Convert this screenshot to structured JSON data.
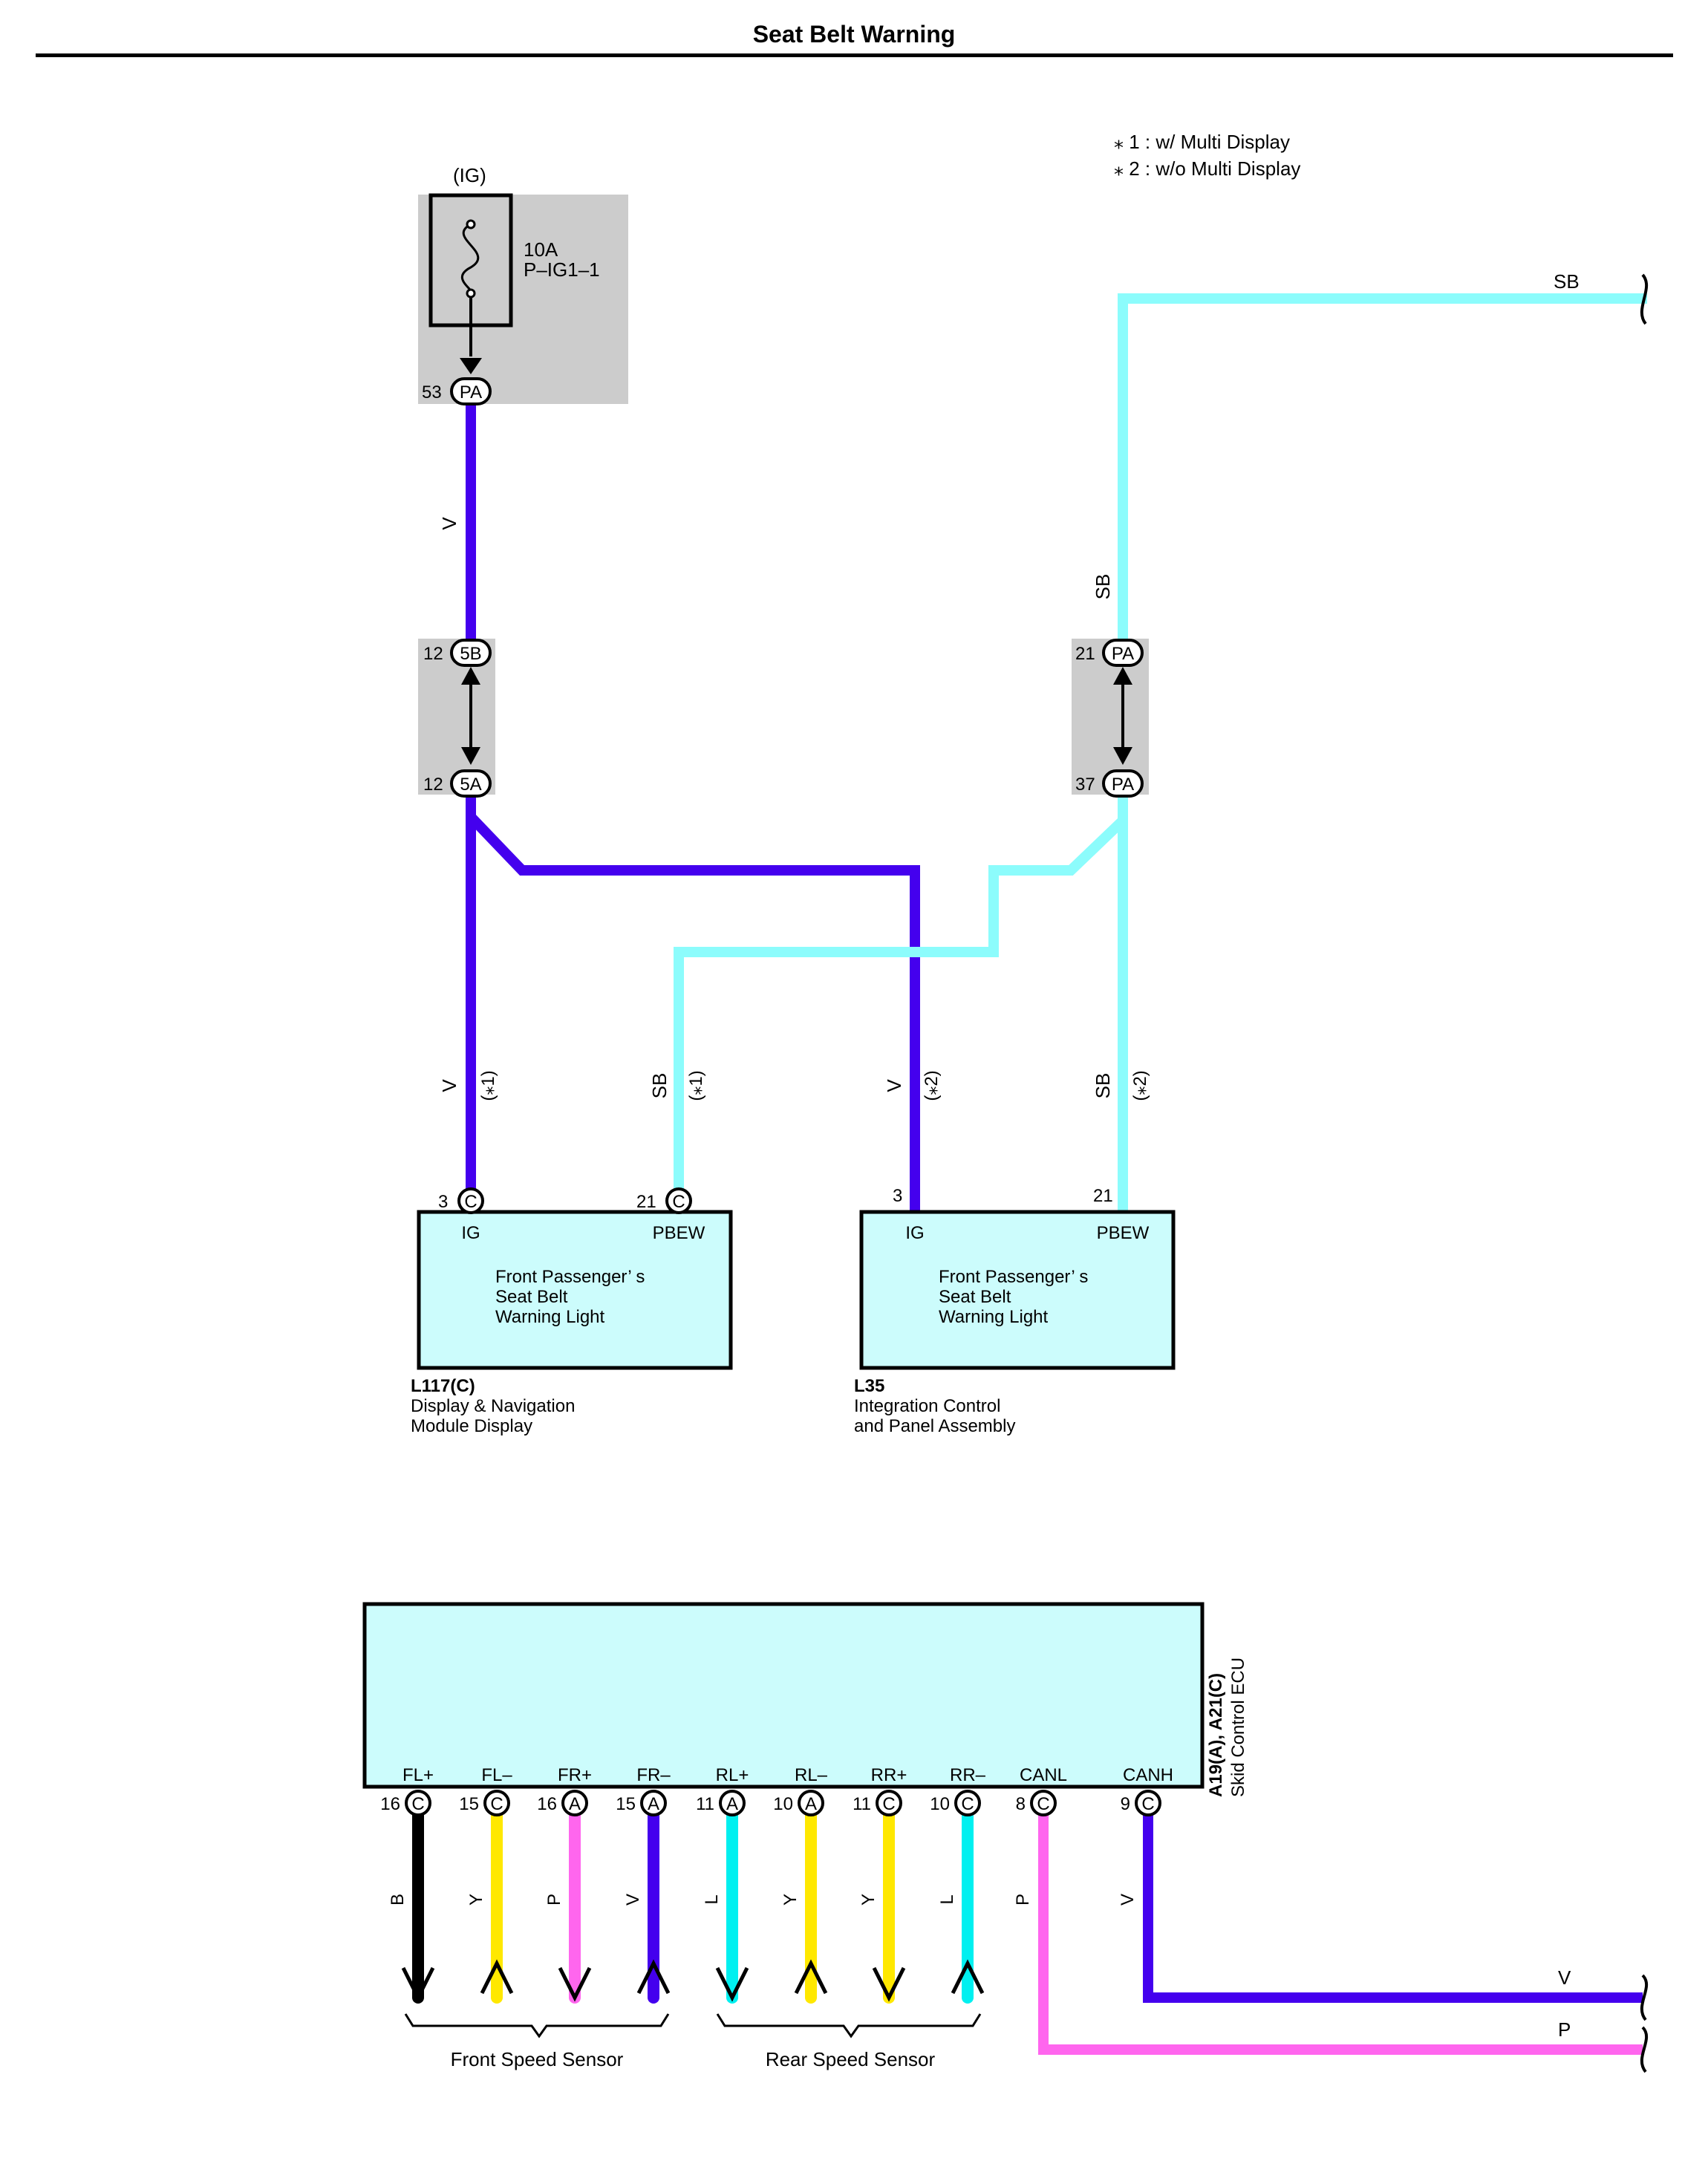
{
  "title": "Seat Belt Warning",
  "colors": {
    "violet": "#4400ee",
    "sky_blue": "#8cfcfc",
    "light_blue": "#00f0f0",
    "yellow": "#ffe800",
    "pink": "#ff66ee",
    "black": "#000000",
    "component_fill": "#ccfcfc",
    "connector_fill": "#cccccc"
  },
  "notes": {
    "n1": "⁎ 1 : w/ Multi Display",
    "n2": "⁎ 2 : w/o Multi Display"
  },
  "fuse": {
    "supply": "(IG)",
    "rating": "10A",
    "name": "P–IG1–1",
    "pin": "53",
    "connector": "PA"
  },
  "junction_left": {
    "top_pin": "12",
    "top_conn": "5B",
    "bottom_pin": "12",
    "bottom_conn": "5A"
  },
  "junction_right": {
    "top_pin": "21",
    "top_conn": "PA",
    "bottom_pin": "37",
    "bottom_conn": "PA"
  },
  "wires": {
    "v_upper": "V",
    "sb_upper": "SB",
    "sb_top": "SB",
    "v_l117": "V",
    "v_l117_note": "(⁎1)",
    "sb_l117": "SB",
    "sb_l117_note": "(⁎1)",
    "v_l35": "V",
    "v_l35_note": "(⁎2)",
    "sb_l35": "SB",
    "sb_l35_note": "(⁎2)",
    "canh_out": "V",
    "canl_out": "P"
  },
  "l117": {
    "id": "L117(C)",
    "name_line1": "Display & Navigation",
    "name_line2": "Module Display",
    "pin_ig": "3",
    "conn_ig": "C",
    "label_ig": "IG",
    "pin_pbew": "21",
    "conn_pbew": "C",
    "label_pbew": "PBEW",
    "inner1": "Front Passenger’ s",
    "inner2": "Seat Belt",
    "inner3": "Warning Light"
  },
  "l35": {
    "id": "L35",
    "name_line1": "Integration Control",
    "name_line2": "and Panel Assembly",
    "pin_ig": "3",
    "label_ig": "IG",
    "pin_pbew": "21",
    "label_pbew": "PBEW",
    "inner1": "Front Passenger’ s",
    "inner2": "Seat Belt",
    "inner3": "Warning Light"
  },
  "skid_ecu": {
    "id": "A19(A), A21(C)",
    "name": "Skid Control ECU",
    "terminals": [
      {
        "label": "FL+",
        "pin": "16",
        "conn": "C",
        "wire": "B",
        "color": "#000000",
        "arrow": "down"
      },
      {
        "label": "FL–",
        "pin": "15",
        "conn": "C",
        "wire": "Y",
        "color": "#ffe800",
        "arrow": "up"
      },
      {
        "label": "FR+",
        "pin": "16",
        "conn": "A",
        "wire": "P",
        "color": "#ff66ee",
        "arrow": "down"
      },
      {
        "label": "FR–",
        "pin": "15",
        "conn": "A",
        "wire": "V",
        "color": "#4400ee",
        "arrow": "up"
      },
      {
        "label": "RL+",
        "pin": "11",
        "conn": "A",
        "wire": "L",
        "color": "#00f0f0",
        "arrow": "down"
      },
      {
        "label": "RL–",
        "pin": "10",
        "conn": "A",
        "wire": "Y",
        "color": "#ffe800",
        "arrow": "up"
      },
      {
        "label": "RR+",
        "pin": "11",
        "conn": "C",
        "wire": "Y",
        "color": "#ffe800",
        "arrow": "down"
      },
      {
        "label": "RR–",
        "pin": "10",
        "conn": "C",
        "wire": "L",
        "color": "#00f0f0",
        "arrow": "up"
      },
      {
        "label": "CANL",
        "pin": "8",
        "conn": "C",
        "wire": "P",
        "color": "#ff66ee",
        "arrow": ""
      },
      {
        "label": "CANH",
        "pin": "9",
        "conn": "C",
        "wire": "V",
        "color": "#4400ee",
        "arrow": ""
      }
    ]
  },
  "groups": {
    "front": "Front Speed Sensor",
    "rear": "Rear Speed Sensor"
  }
}
